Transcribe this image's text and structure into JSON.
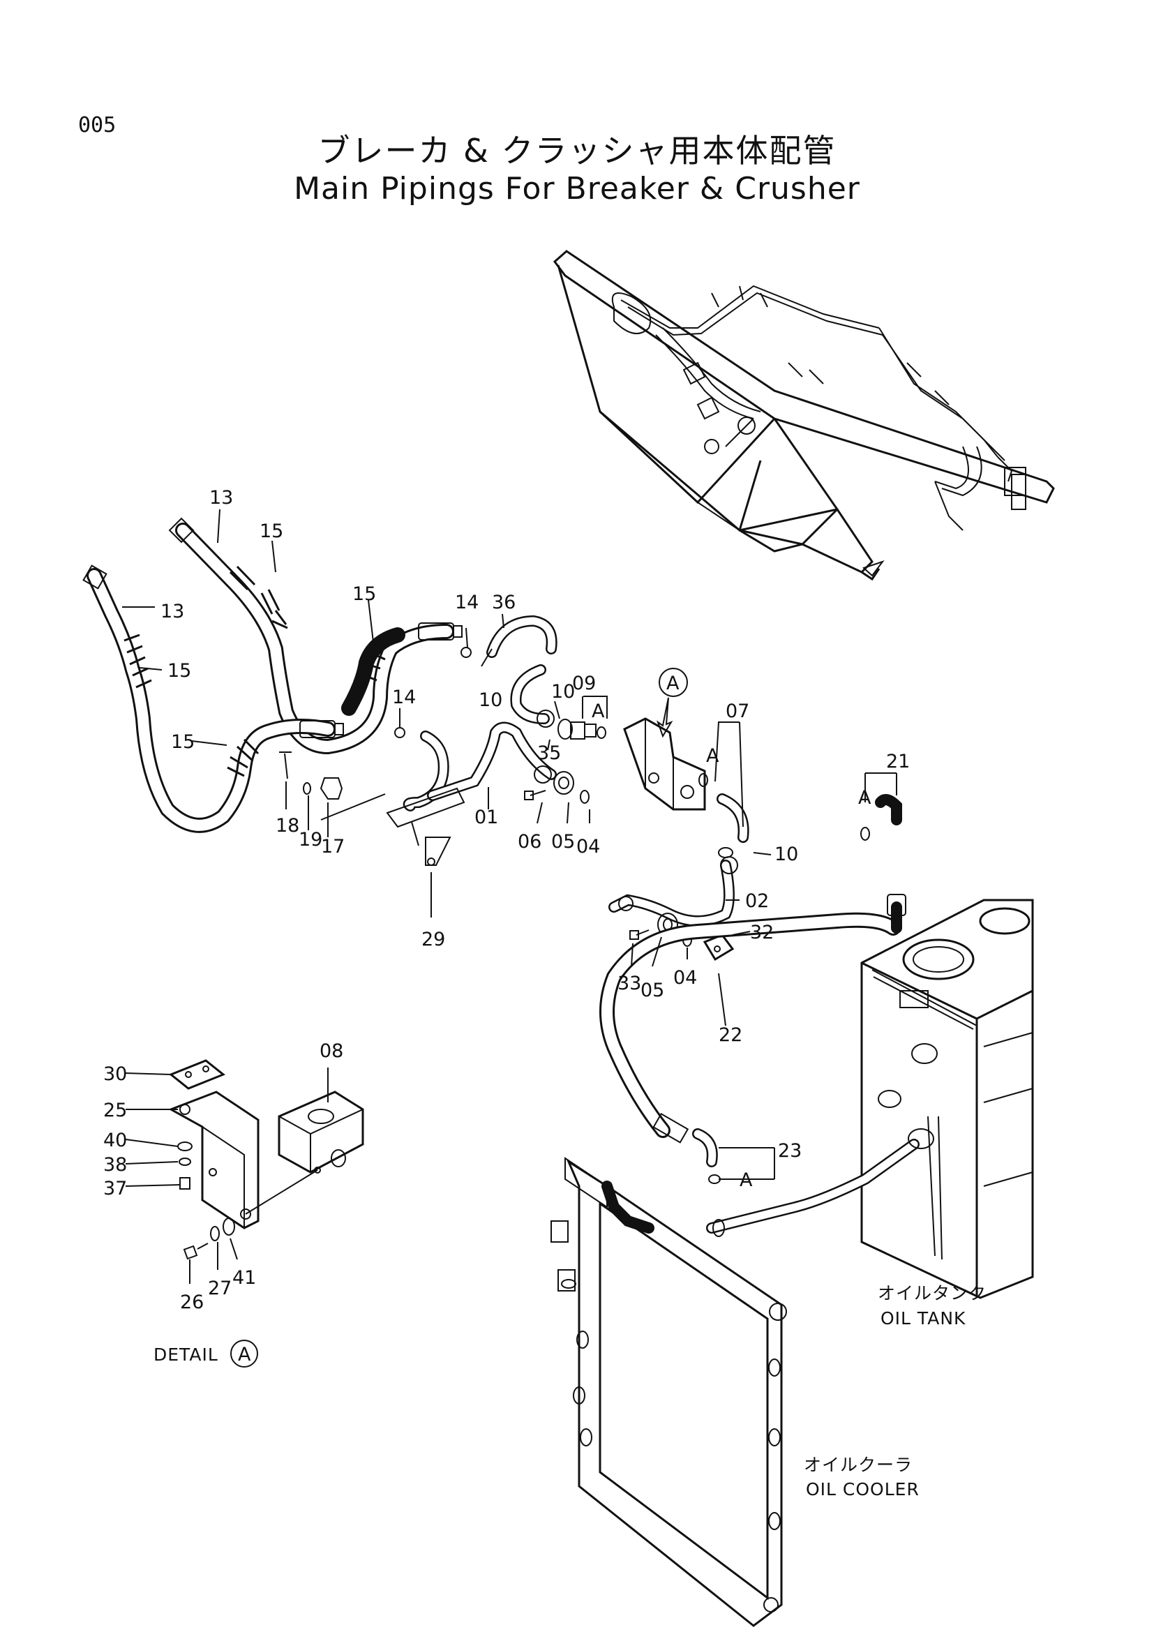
{
  "page_number": "005",
  "title_jp": "ブレーカ & クラッシャ用本体配管",
  "title_en": "Main Pipings For Breaker & Crusher",
  "detail_label": "DETAIL",
  "detail_marker": "A",
  "marker_a": "A",
  "oil_tank_jp": "オイルタンク",
  "oil_tank_en": "OIL  TANK",
  "oil_cooler_jp": "オイルクーラ",
  "oil_cooler_en": "OIL  COOLER",
  "parts": {
    "p13a": "13",
    "p15a": "15",
    "p13b": "13",
    "p15b": "15",
    "p15c": "15",
    "p15d": "15",
    "p14a": "14",
    "p36": "36",
    "p14b": "14",
    "p10a": "10",
    "p10b": "10",
    "p09": "09",
    "p35": "35",
    "p07": "07",
    "p21": "21",
    "p01": "01",
    "p06a": "06",
    "p05a": "05",
    "p04a": "04",
    "p10c": "10",
    "p02": "02",
    "p18": "18",
    "p19": "19",
    "p17": "17",
    "p29": "29",
    "p32": "32",
    "p33": "33",
    "p05b": "05",
    "p04b": "04",
    "p22": "22",
    "p08": "08",
    "p30": "30",
    "p25": "25",
    "p40": "40",
    "p38": "38",
    "p37": "37",
    "p23": "23",
    "p26": "26",
    "p27": "27",
    "p41": "41"
  }
}
